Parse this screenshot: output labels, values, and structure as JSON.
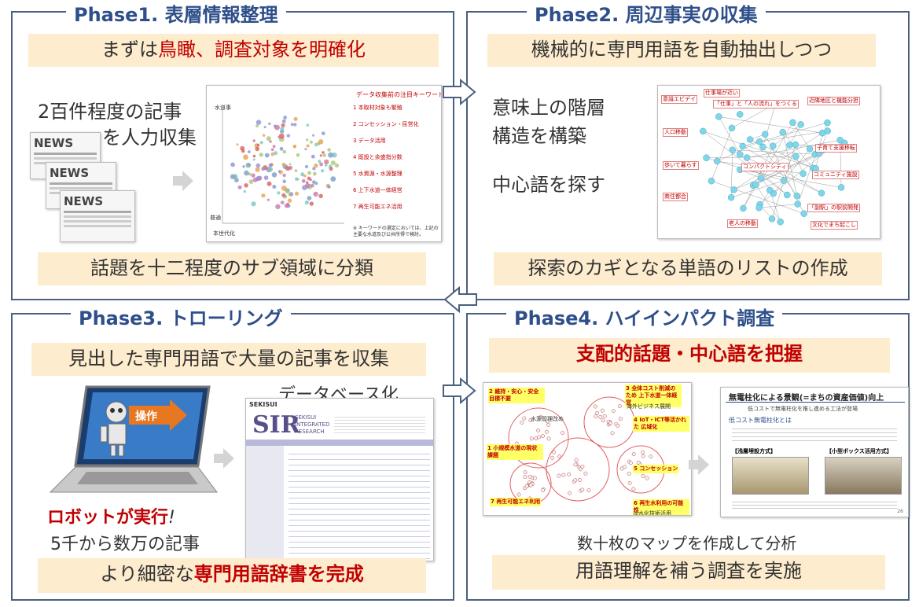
{
  "phases": [
    {
      "title": "Phase1. 表層情報整理",
      "band_top_pre": "まずは",
      "band_top_red": "鳥瞰、調査対象を明確化",
      "text_1": "2百件程度の記事",
      "text_2": "を人力収集",
      "news_label": "NEWS",
      "band_bottom": "話題を十二程度のサブ領域に分類",
      "map_header": "データ収集前の注目キーワード",
      "map_items": [
        "1 本取材対象も繁殖",
        "2 コンセッション・民営化",
        "3 データ活用",
        "4 既設と余盛指分数",
        "5 水資源・水源整理",
        "6 上下水道一体経営",
        "7 再生可能エネ活用"
      ],
      "map_note": "※ キーワードの選定においては、上記の主要な水道及び公共所得で検討。",
      "axis_top": "水道事",
      "axis_left": "普通",
      "axis_bottom": "本世代化"
    },
    {
      "title": "Phase2. 周辺事実の収集",
      "band_top": "機械的に専門用語を自動抽出しつつ",
      "text_1": "意味上の階層",
      "text_2": "構造を構築",
      "text_3": "中心語を探す",
      "band_bottom": "探索のカギとなる単語のリストの作成",
      "net_labels": [
        "仕事場が近い",
        "意識エビデイ",
        "「仕事」と「人の流れ」をつくる",
        "近隣地区と機能分担",
        "人口移動",
        "子育て支援移転",
        "コミュニティ施設",
        "「副駅」の駅前開発",
        "歩いて暮らす",
        "コンパクトシティ",
        "商住都合",
        "老人の移動",
        "文化でまち起こし"
      ]
    },
    {
      "title": "Phase3. トローリング",
      "band_top": "見出した専門用語で大量の記事を収集",
      "db_label": "データベース化",
      "robot_sign": "操作",
      "robot_text_red": "ロボットが実行",
      "robot_text_suffix": "!",
      "count_text": "5千から数万の記事",
      "band_bottom_pre": "より細密な",
      "band_bottom_red": "専門用語辞書を完成",
      "sir_logo": "SIR",
      "sir_brand": "SEKISUI",
      "sir_name_1": "SEKISUI",
      "sir_name_2": "INTEGRATED",
      "sir_name_3": "RESEARCH"
    },
    {
      "title": "Phase4. ハイインパクト調査",
      "band_top_red": "支配的話題・中心語を把握",
      "map_caption": "数十枚のマップを作成して分析",
      "band_bottom": "用語理解を補う調査を実施",
      "map_tags": [
        {
          "n": "1",
          "t": "小規模水道の現状課題"
        },
        {
          "n": "2",
          "t": "維持・安心・安全 目標不要"
        },
        {
          "n": "3",
          "t": "全体コスト削減のため 上下水道一体経営"
        },
        {
          "n": "4",
          "t": "IoT・ICT等活かれた 広域化"
        },
        {
          "n": "5",
          "t": "コンセッション"
        },
        {
          "n": "6",
          "t": "再生水利用の可能性"
        },
        {
          "n": "7",
          "t": "再生可能エネ利用"
        }
      ],
      "map_labels": [
        "海外ビジネス展開",
        "水源管理改め",
        "淡水化技術活用"
      ],
      "slide_title": "無電柱化による景観(=まちの資産価値)向上",
      "slide_sub": "低コストで無電柱化を推し進める工法が登場",
      "slide_point": "低コスト無電柱化とは",
      "slide_left": "【浅層埋設方式】",
      "slide_right": "【小型ボックス活用方式】",
      "slide_page": "26"
    }
  ],
  "colors": {
    "border": "#4a6080",
    "title": "#2e4f8a",
    "band": "#fdeccd",
    "accent_red": "#c00000"
  }
}
